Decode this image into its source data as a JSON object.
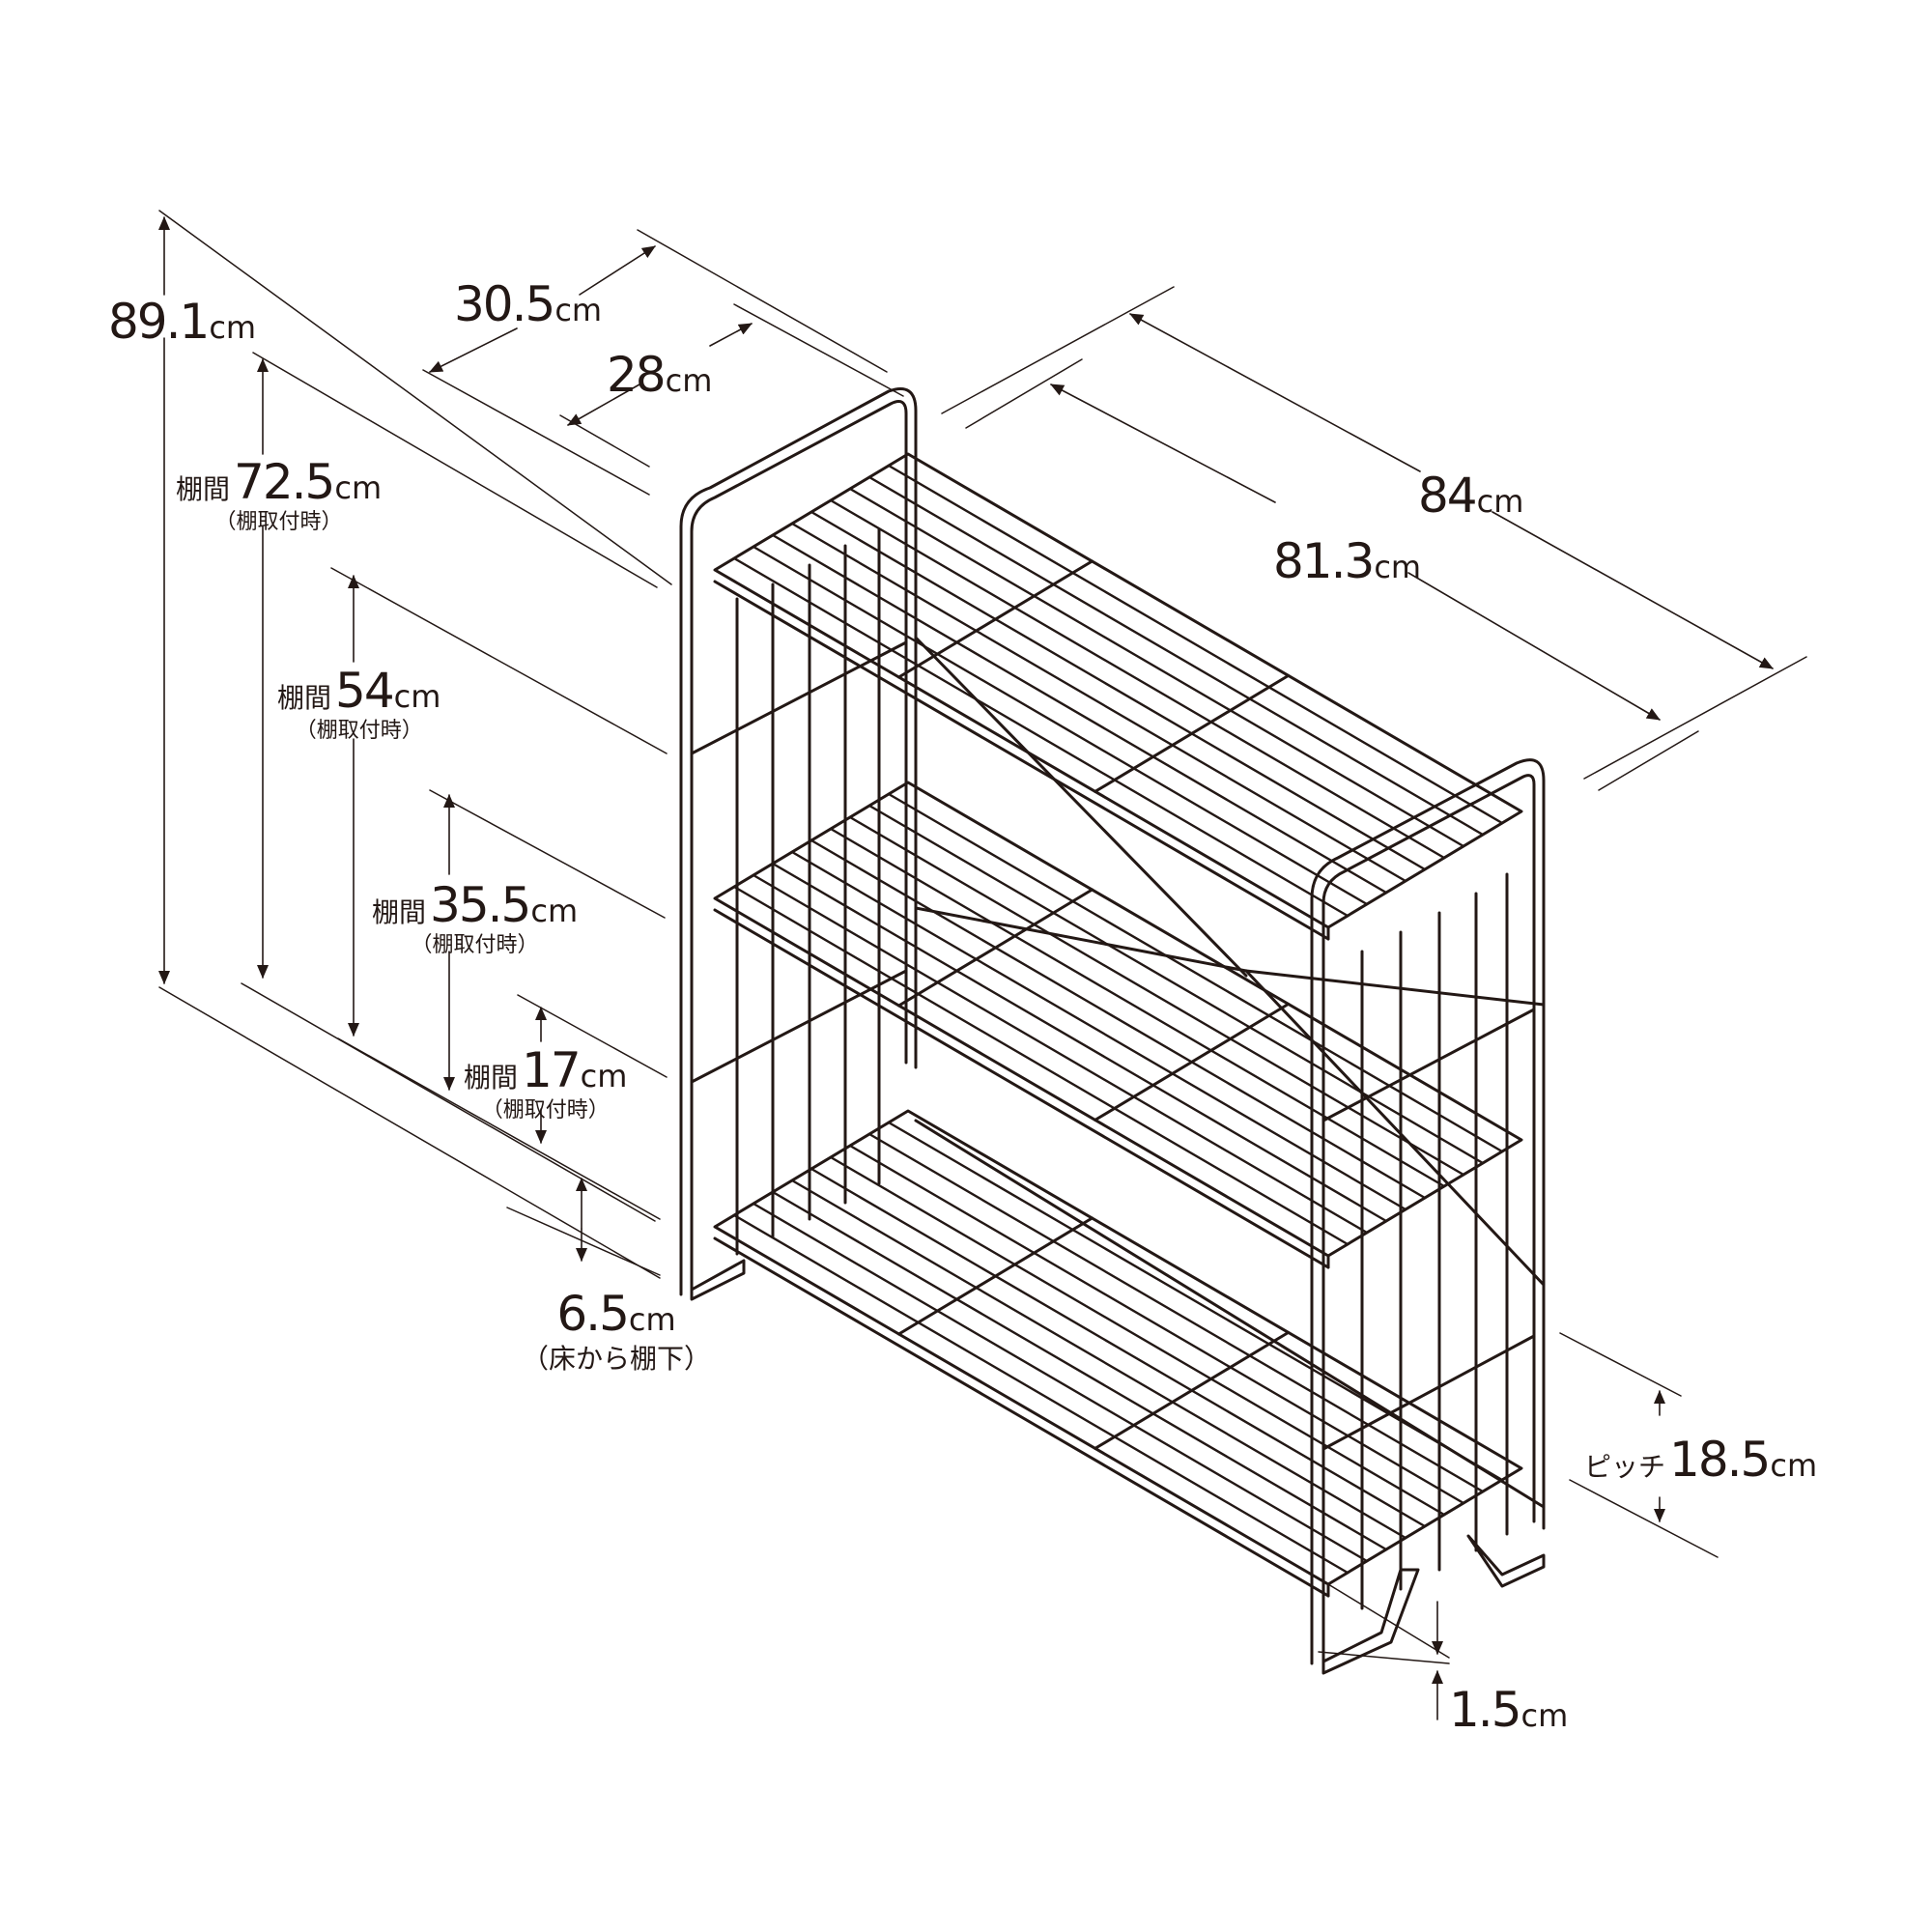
{
  "dimensions": {
    "total_height": {
      "value": "89.1",
      "unit": "cm"
    },
    "outer_depth": {
      "value": "30.5",
      "unit": "cm"
    },
    "inner_depth": {
      "value": "28",
      "unit": "cm"
    },
    "outer_width": {
      "value": "84",
      "unit": "cm"
    },
    "inner_width": {
      "value": "81.3",
      "unit": "cm"
    },
    "shelf_gap_1": {
      "prefix": "棚間",
      "value": "72.5",
      "unit": "cm",
      "note": "（棚取付時）"
    },
    "shelf_gap_2": {
      "prefix": "棚間",
      "value": "54",
      "unit": "cm",
      "note": "（棚取付時）"
    },
    "shelf_gap_3": {
      "prefix": "棚間",
      "value": "35.5",
      "unit": "cm",
      "note": "（棚取付時）"
    },
    "shelf_gap_4": {
      "prefix": "棚間",
      "value": "17",
      "unit": "cm",
      "note": "（棚取付時）"
    },
    "floor_clearance": {
      "value": "6.5",
      "unit": "cm",
      "note": "（床から棚下）"
    },
    "pitch": {
      "prefix": "ピッチ",
      "value": "18.5",
      "unit": "cm"
    },
    "foot_height": {
      "value": "1.5",
      "unit": "cm"
    }
  },
  "colors": {
    "line": "#231815",
    "background": "#ffffff"
  }
}
